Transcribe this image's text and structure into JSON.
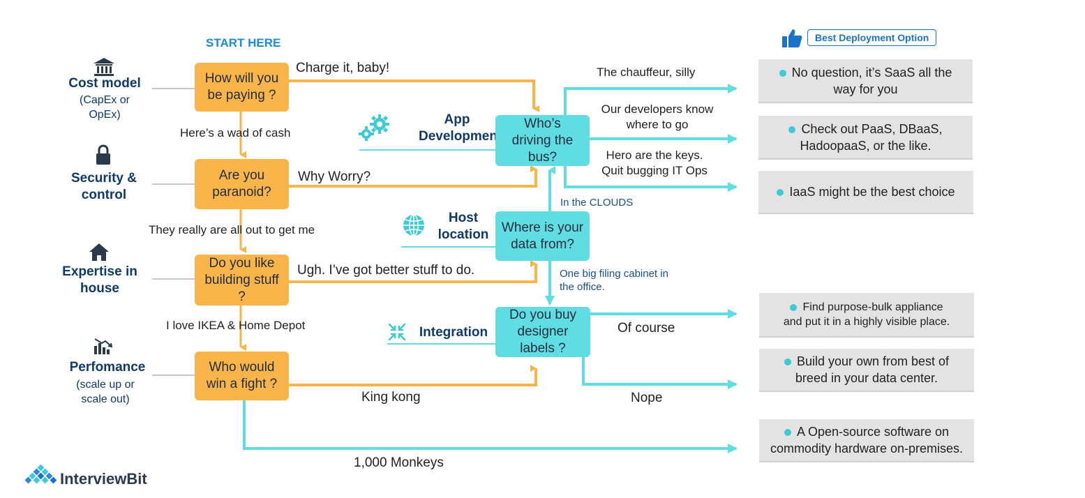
{
  "header": {
    "start_label": "START HERE",
    "best_option_label": "Best Deployment Option"
  },
  "categories": [
    {
      "icon": "bank-icon",
      "title": "Cost model",
      "sub": "(CapEx or OpEx)"
    },
    {
      "icon": "lock-icon",
      "title": "Security & control",
      "sub": ""
    },
    {
      "icon": "house-icon",
      "title": "Expertise in house",
      "sub": ""
    },
    {
      "icon": "chart-icon",
      "title": "Perfomance",
      "sub": "(scale up or scale out)"
    }
  ],
  "questions_left": [
    "How will you be paying ?",
    "Are you paranoid?",
    "Do you like building stuff ?",
    "Who would win a fight ?"
  ],
  "vertical_answers": [
    "Here’s a wad of cash",
    "They really are all out to get me",
    "I love IKEA & Home Depot"
  ],
  "horizontal_answers": [
    "Charge it, baby!",
    "Why Worry?",
    "Ugh. I’ve got better stuff to do.",
    "King kong",
    "1,000 Monkeys"
  ],
  "right_categories": [
    {
      "icon": "gears-icon",
      "title": "App Development"
    },
    {
      "icon": "globe-icon",
      "title": "Host location"
    },
    {
      "icon": "integration-icon",
      "title": "Integration"
    }
  ],
  "questions_right": [
    "Who’s driving the bus?",
    "Where is your data from?",
    "Do you buy designer labels ?"
  ],
  "bus_answers": [
    "The chauffeur, silly",
    "Our developers know where to go",
    "Hero are the keys. Quit bugging IT Ops"
  ],
  "host_answers": [
    "In  the CLOUDS",
    "One big filing cabinet in the office."
  ],
  "label_answers": [
    "Of course",
    "Nope"
  ],
  "results": [
    "No question, it’s SaaS all the way for you",
    "Check out PaaS, DBaaS, HadoopaaS, or the like.",
    "IaaS might be the best choice",
    "Find purpose-bulk appliance and put it in a highly visible place.",
    "Build your own from best of breed in your data center.",
    "A Open-source software on commodity hardware on-premises."
  ],
  "brand": {
    "name": "InterviewBit"
  },
  "colors": {
    "orange": "#f9b44a",
    "cyan": "#5fdde3",
    "navy": "#0f3a6b",
    "blue": "#1a73c9"
  }
}
